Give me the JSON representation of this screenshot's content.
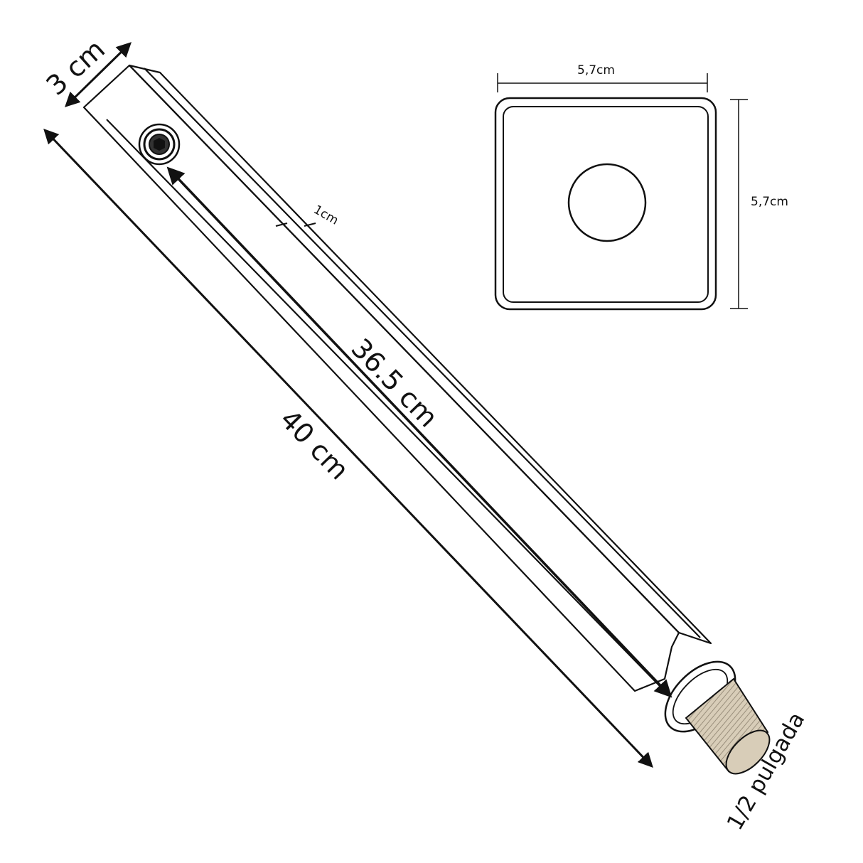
{
  "labels": {
    "width_side": "3 cm",
    "total_length": "40 cm",
    "inner_length": "36.5 cm",
    "wall_thickness": "1cm",
    "thread": "1/2 pulgada",
    "base_width": "5,7cm",
    "base_height": "5,7cm"
  },
  "colors": {
    "line": "#111111",
    "thread_fill": "#d8cdb8",
    "background": "#ffffff"
  }
}
